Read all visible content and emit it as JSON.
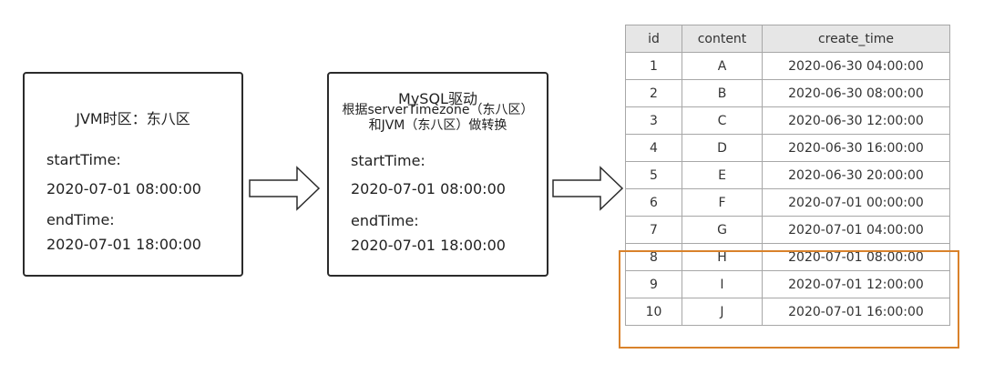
{
  "jvm_box": {
    "title": "JVM时区：东八区",
    "start_label": "startTime:",
    "start_value": "2020-07-01 08:00:00",
    "end_label": "endTime:",
    "end_value": "2020-07-01 18:00:00"
  },
  "mysql_box": {
    "title_line1": "MySQL驱动",
    "title_line2": "根据serverTimezone（东八区）和JVM（东八区）做转换",
    "start_label": "startTime:",
    "start_value": "2020-07-01 08:00:00",
    "end_label": "endTime:",
    "end_value": "2020-07-01 18:00:00"
  },
  "table": {
    "headers": [
      "id",
      "content",
      "create_time"
    ],
    "rows": [
      [
        "1",
        "A",
        "2020-06-30 04:00:00"
      ],
      [
        "2",
        "B",
        "2020-06-30 08:00:00"
      ],
      [
        "3",
        "C",
        "2020-06-30 12:00:00"
      ],
      [
        "4",
        "D",
        "2020-06-30 16:00:00"
      ],
      [
        "5",
        "E",
        "2020-06-30 20:00:00"
      ],
      [
        "6",
        "F",
        "2020-07-01 00:00:00"
      ],
      [
        "7",
        "G",
        "2020-07-01 04:00:00"
      ],
      [
        "8",
        "H",
        "2020-07-01 08:00:00"
      ],
      [
        "9",
        "I",
        "2020-07-01 12:00:00"
      ],
      [
        "10",
        "J",
        "2020-07-01 16:00:00"
      ]
    ],
    "highlight_color": "#d9822b"
  }
}
